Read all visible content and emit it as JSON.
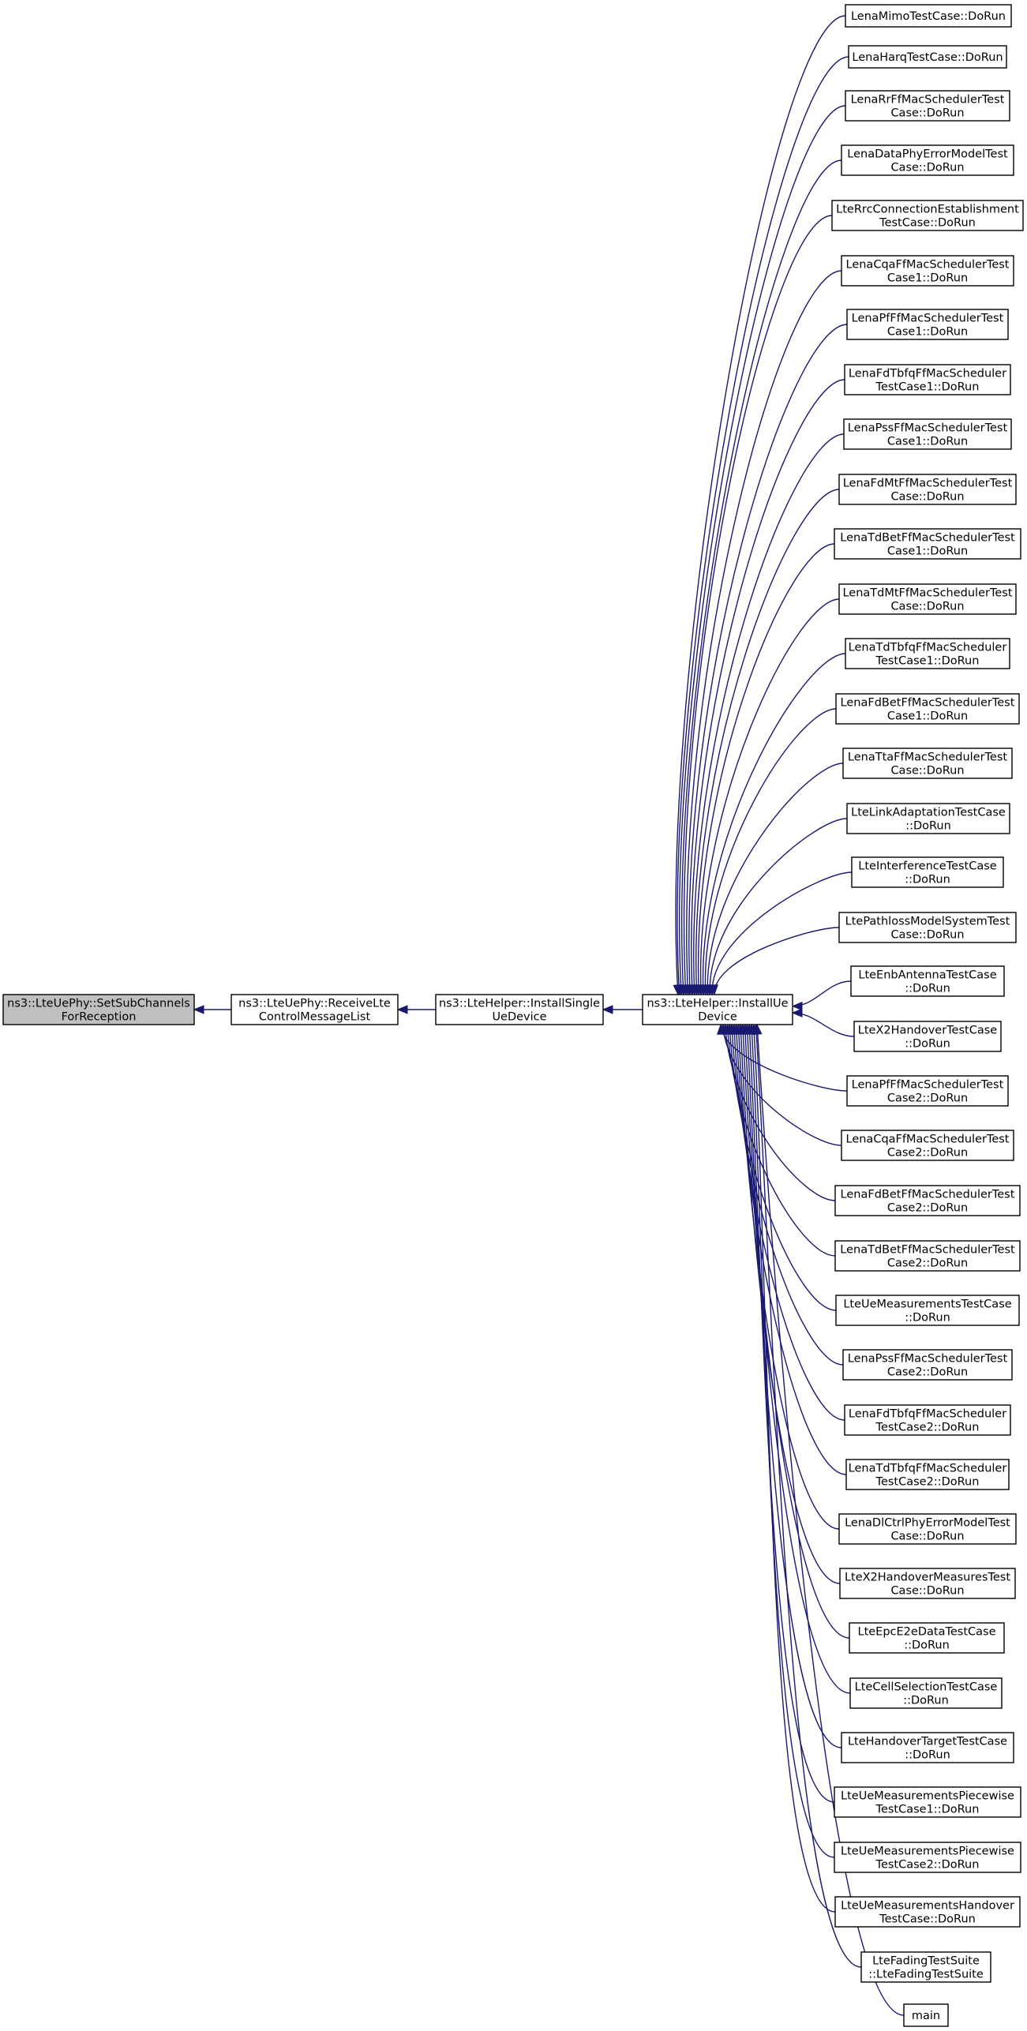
{
  "diagram": {
    "type": "call-graph",
    "colors": {
      "edge": "#191970",
      "root_fill": "#bfbfbf",
      "node_fill": "#ffffff",
      "node_border": "#000000"
    },
    "root": {
      "id": "n0",
      "lines": [
        "ns3::LteUePhy::SetSubChannels",
        "ForReception"
      ]
    },
    "chain": [
      {
        "id": "n1",
        "lines": [
          "ns3::LteUePhy::ReceiveLte",
          "ControlMessageList"
        ]
      },
      {
        "id": "n2",
        "lines": [
          "ns3::LteHelper::InstallSingle",
          "UeDevice"
        ]
      },
      {
        "id": "n3",
        "lines": [
          "ns3::LteHelper::InstallUe",
          "Device"
        ]
      }
    ],
    "callers": [
      {
        "id": "c0",
        "lines": [
          "LenaMimoTestCase::DoRun"
        ]
      },
      {
        "id": "c1",
        "lines": [
          "LenaHarqTestCase::DoRun"
        ]
      },
      {
        "id": "c2",
        "lines": [
          "LenaRrFfMacSchedulerTest",
          "Case::DoRun"
        ]
      },
      {
        "id": "c3",
        "lines": [
          "LenaDataPhyErrorModelTest",
          "Case::DoRun"
        ]
      },
      {
        "id": "c4",
        "lines": [
          "LteRrcConnectionEstablishment",
          "TestCase::DoRun"
        ]
      },
      {
        "id": "c5",
        "lines": [
          "LenaCqaFfMacSchedulerTest",
          "Case1::DoRun"
        ]
      },
      {
        "id": "c6",
        "lines": [
          "LenaPfFfMacSchedulerTest",
          "Case1::DoRun"
        ]
      },
      {
        "id": "c7",
        "lines": [
          "LenaFdTbfqFfMacScheduler",
          "TestCase1::DoRun"
        ]
      },
      {
        "id": "c8",
        "lines": [
          "LenaPssFfMacSchedulerTest",
          "Case1::DoRun"
        ]
      },
      {
        "id": "c9",
        "lines": [
          "LenaFdMtFfMacSchedulerTest",
          "Case::DoRun"
        ]
      },
      {
        "id": "c10",
        "lines": [
          "LenaTdBetFfMacSchedulerTest",
          "Case1::DoRun"
        ]
      },
      {
        "id": "c11",
        "lines": [
          "LenaTdMtFfMacSchedulerTest",
          "Case::DoRun"
        ]
      },
      {
        "id": "c12",
        "lines": [
          "LenaTdTbfqFfMacScheduler",
          "TestCase1::DoRun"
        ]
      },
      {
        "id": "c13",
        "lines": [
          "LenaFdBetFfMacSchedulerTest",
          "Case1::DoRun"
        ]
      },
      {
        "id": "c14",
        "lines": [
          "LenaTtaFfMacSchedulerTest",
          "Case::DoRun"
        ]
      },
      {
        "id": "c15",
        "lines": [
          "LteLinkAdaptationTestCase",
          "::DoRun"
        ]
      },
      {
        "id": "c16",
        "lines": [
          "LteInterferenceTestCase",
          "::DoRun"
        ]
      },
      {
        "id": "c17",
        "lines": [
          "LtePathlossModelSystemTest",
          "Case::DoRun"
        ]
      },
      {
        "id": "c18",
        "lines": [
          "LteEnbAntennaTestCase",
          "::DoRun"
        ]
      },
      {
        "id": "c19",
        "lines": [
          "LteX2HandoverTestCase",
          "::DoRun"
        ]
      },
      {
        "id": "c20",
        "lines": [
          "LenaPfFfMacSchedulerTest",
          "Case2::DoRun"
        ]
      },
      {
        "id": "c21",
        "lines": [
          "LenaCqaFfMacSchedulerTest",
          "Case2::DoRun"
        ]
      },
      {
        "id": "c22",
        "lines": [
          "LenaFdBetFfMacSchedulerTest",
          "Case2::DoRun"
        ]
      },
      {
        "id": "c23",
        "lines": [
          "LenaTdBetFfMacSchedulerTest",
          "Case2::DoRun"
        ]
      },
      {
        "id": "c24",
        "lines": [
          "LteUeMeasurementsTestCase",
          "::DoRun"
        ]
      },
      {
        "id": "c25",
        "lines": [
          "LenaPssFfMacSchedulerTest",
          "Case2::DoRun"
        ]
      },
      {
        "id": "c26",
        "lines": [
          "LenaFdTbfqFfMacScheduler",
          "TestCase2::DoRun"
        ]
      },
      {
        "id": "c27",
        "lines": [
          "LenaTdTbfqFfMacScheduler",
          "TestCase2::DoRun"
        ]
      },
      {
        "id": "c28",
        "lines": [
          "LenaDlCtrlPhyErrorModelTest",
          "Case::DoRun"
        ]
      },
      {
        "id": "c29",
        "lines": [
          "LteX2HandoverMeasuresTest",
          "Case::DoRun"
        ]
      },
      {
        "id": "c30",
        "lines": [
          "LteEpcE2eDataTestCase",
          "::DoRun"
        ]
      },
      {
        "id": "c31",
        "lines": [
          "LteCellSelectionTestCase",
          "::DoRun"
        ]
      },
      {
        "id": "c32",
        "lines": [
          "LteHandoverTargetTestCase",
          "::DoRun"
        ]
      },
      {
        "id": "c33",
        "lines": [
          "LteUeMeasurementsPiecewise",
          "TestCase1::DoRun"
        ]
      },
      {
        "id": "c34",
        "lines": [
          "LteUeMeasurementsPiecewise",
          "TestCase2::DoRun"
        ]
      },
      {
        "id": "c35",
        "lines": [
          "LteUeMeasurementsHandover",
          "TestCase::DoRun"
        ]
      },
      {
        "id": "c36",
        "lines": [
          "LteFadingTestSuite",
          "::LteFadingTestSuite"
        ]
      },
      {
        "id": "c37",
        "lines": [
          "main"
        ]
      }
    ]
  }
}
